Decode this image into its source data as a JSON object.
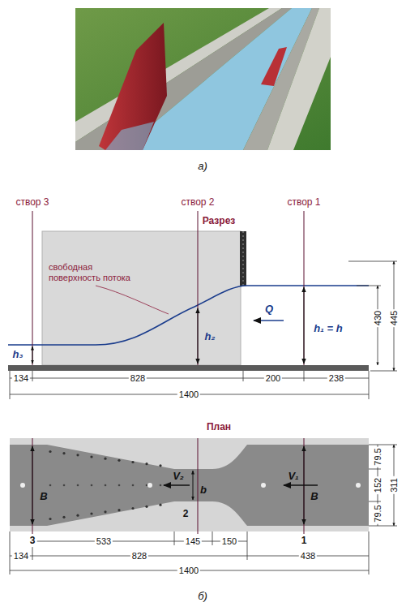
{
  "diagram": {
    "labels": [
      "а)",
      "створ 3",
      "створ 2",
      "створ 1",
      "Разрез",
      "свободная поверхность потока",
      "h₂",
      "Q",
      "h₁ = h",
      "430",
      "445",
      "h₃",
      "134",
      "828",
      "200",
      "238",
      "1400",
      "План",
      "79.5",
      "V₂",
      "b",
      "V₁",
      "B",
      "B",
      "152",
      "311",
      "79.5",
      "2",
      "3",
      "1",
      "533",
      "145",
      "150",
      "438",
      "134",
      "828",
      "1400",
      "б)"
    ]
  }
}
